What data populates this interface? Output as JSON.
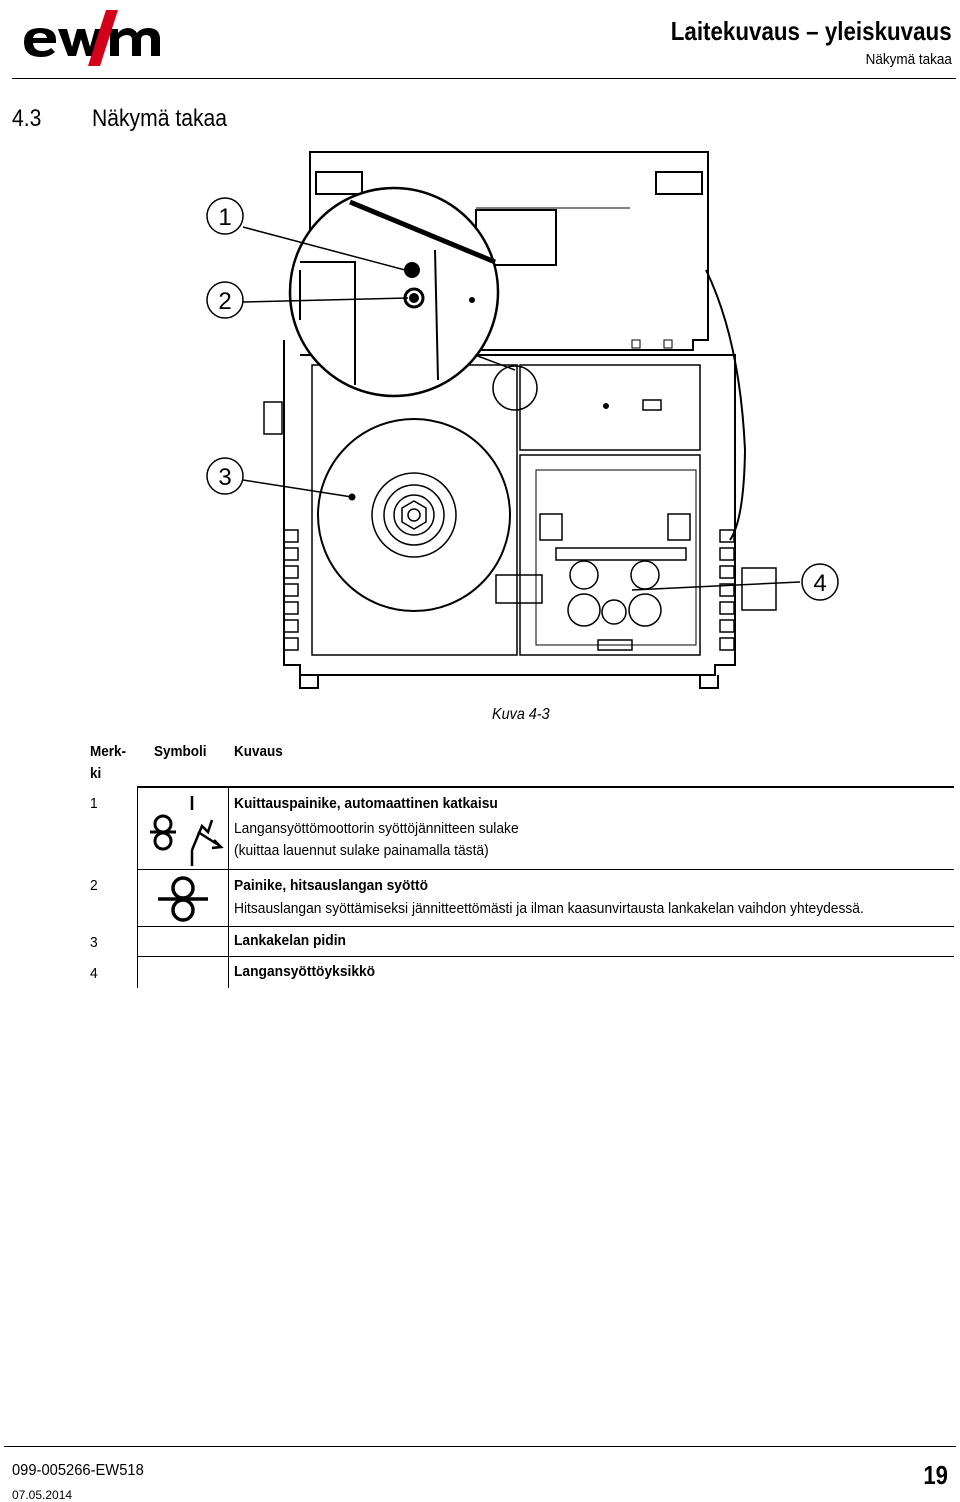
{
  "header": {
    "title": "Laitekuvaus – yleiskuvaus",
    "subtitle": "Näkymä takaa"
  },
  "section": {
    "number": "4.3",
    "title": "Näkymä takaa"
  },
  "figure": {
    "callouts": [
      "1",
      "2",
      "3",
      "4"
    ],
    "caption": "Kuva 4-3"
  },
  "table": {
    "headers": {
      "item_line1": "Merk-",
      "item_line2": "ki",
      "symbol": "Symboli",
      "description": "Kuvaus"
    },
    "rows": [
      {
        "item": "1",
        "symbol_icon": "fuse-reset-button-icon",
        "lines": [
          "Kuittauspainike, automaattinen katkaisu",
          "Langansyöttömoottorin syöttöjännitteen sulake",
          "(kuittaa lauennut sulake painamalla tästä)"
        ]
      },
      {
        "item": "2",
        "symbol_icon": "wire-inching-icon",
        "lines": [
          "Painike, hitsauslangan syöttö",
          "Hitsauslangan syöttämiseksi jännitteettömästi ja ilman kaasunvirtausta lankakelan vaihdon yhteydessä."
        ]
      },
      {
        "item": "3",
        "lines": [
          "Lankakelan pidin"
        ]
      },
      {
        "item": "4",
        "lines": [
          "Langansyöttöyksikkö"
        ]
      }
    ]
  },
  "footer": {
    "doc_number": "099-005266-EW518",
    "date": "07.05.2014",
    "page": "19"
  }
}
